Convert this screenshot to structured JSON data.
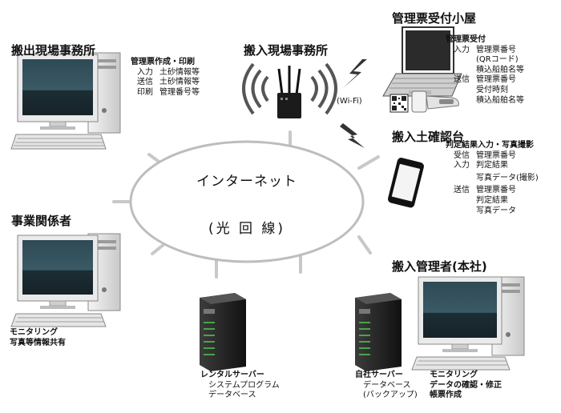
{
  "sites": {
    "export_office": {
      "title": "搬出現場事務所",
      "heading": "管理票作成・印刷",
      "rows": [
        {
          "k": "入力",
          "v": "土砂情報等"
        },
        {
          "k": "送信",
          "v": "土砂情報等"
        },
        {
          "k": "印刷",
          "v": "管理番号等"
        }
      ]
    },
    "import_office": {
      "title": "搬入現場事務所",
      "wifi": "(Wi-Fi)"
    },
    "reception": {
      "title": "管理票受付小屋",
      "heading": "管理票受付",
      "rows": [
        {
          "k": "入力",
          "v": "管理票番号"
        },
        {
          "k": "",
          "v": "(QRコード)"
        },
        {
          "k": "",
          "v": "積込船舶名等"
        },
        {
          "k": "送信",
          "v": "管理票番号"
        },
        {
          "k": "",
          "v": "受付時刻"
        },
        {
          "k": "",
          "v": "積込船舶名等"
        }
      ]
    },
    "confirm": {
      "title": "搬入土確認台",
      "heading": "判定結果入力・写真撮影",
      "rows": [
        {
          "k": "受信",
          "v": "管理票番号"
        },
        {
          "k": "入力",
          "v": "判定結果"
        },
        {
          "k": "",
          "v": "写真データ(撮影)"
        },
        {
          "k": "送信",
          "v": "管理票番号"
        },
        {
          "k": "",
          "v": "判定結果"
        },
        {
          "k": "",
          "v": "写真データ"
        }
      ]
    },
    "stakeholders": {
      "title": "事業関係者",
      "lines": [
        "モニタリング",
        "写真等情報共有"
      ]
    },
    "rental_server": {
      "title": "レンタルサーバー",
      "lines": [
        "システムプログラム",
        "データベース"
      ]
    },
    "own_server": {
      "title": "自社サーバー",
      "lines": [
        "データベース",
        "(バックアップ)"
      ]
    },
    "manager": {
      "title": "搬入管理者(本社)",
      "lines": [
        "モニタリング",
        "データの確認・修正",
        "帳票作成"
      ]
    }
  },
  "internet": {
    "label": "インターネット",
    "sub": "(光 回 線)"
  }
}
